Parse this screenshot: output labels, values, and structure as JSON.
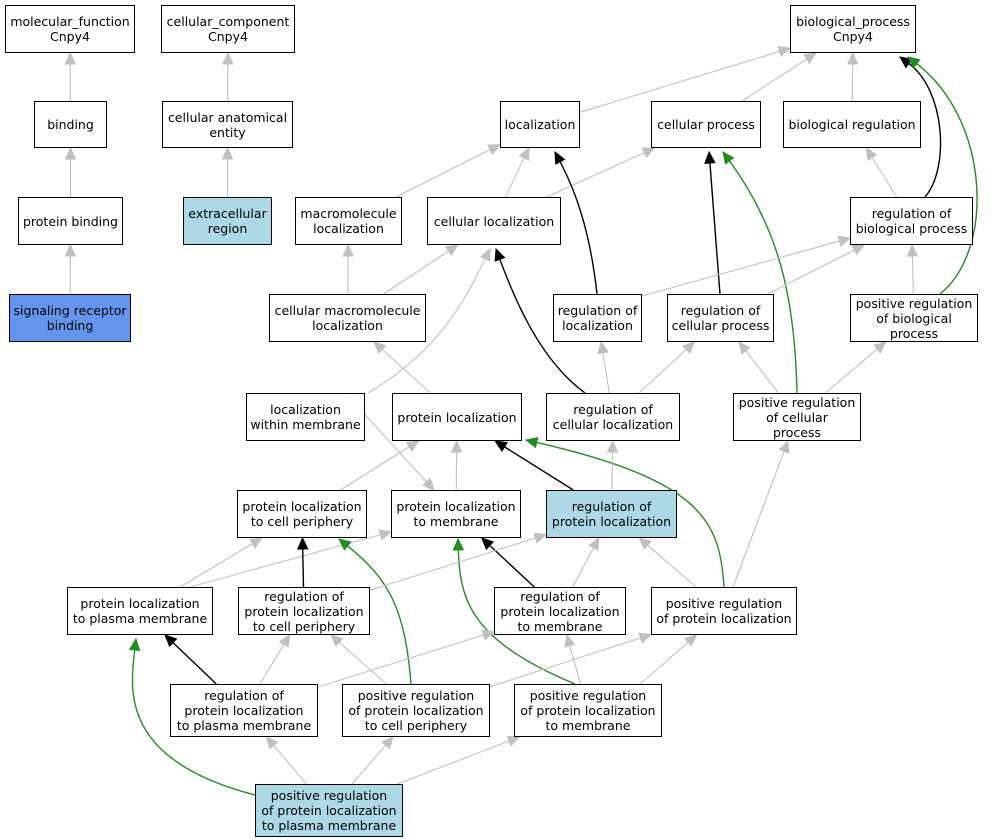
{
  "colors": {
    "default_fill": "#ffffff",
    "highlight_fill": "#add8e6",
    "query_fill": "#6495ed",
    "edge_is_a": "#c0c0c0",
    "edge_part_of": "#000000",
    "edge_positively_regulates": "#228b22"
  },
  "nodes": [
    {
      "id": "mf",
      "label": "molecular_function\nCnpy4",
      "fill": "default"
    },
    {
      "id": "cc",
      "label": "cellular_component\nCnpy4",
      "fill": "default"
    },
    {
      "id": "bp",
      "label": "biological_process\nCnpy4",
      "fill": "default"
    },
    {
      "id": "binding",
      "label": "binding",
      "fill": "default"
    },
    {
      "id": "cae",
      "label": "cellular anatomical\nentity",
      "fill": "default"
    },
    {
      "id": "loc",
      "label": "localization",
      "fill": "default"
    },
    {
      "id": "cp",
      "label": "cellular process",
      "fill": "default"
    },
    {
      "id": "breg",
      "label": "biological regulation",
      "fill": "default"
    },
    {
      "id": "pb",
      "label": "protein binding",
      "fill": "default"
    },
    {
      "id": "ecr",
      "label": "extracellular\nregion",
      "fill": "highlight"
    },
    {
      "id": "mml",
      "label": "macromolecule\nlocalization",
      "fill": "default"
    },
    {
      "id": "cl",
      "label": "cellular localization",
      "fill": "default"
    },
    {
      "id": "rbp",
      "label": "regulation of\nbiological process",
      "fill": "default"
    },
    {
      "id": "srb",
      "label": "signaling receptor\nbinding",
      "fill": "query"
    },
    {
      "id": "cmml",
      "label": "cellular macromolecule\nlocalization",
      "fill": "default"
    },
    {
      "id": "rloc",
      "label": "regulation of\nlocalization",
      "fill": "default"
    },
    {
      "id": "rcp",
      "label": "regulation of\ncellular process",
      "fill": "default"
    },
    {
      "id": "prbp",
      "label": "positive regulation\nof biological\nprocess",
      "fill": "default"
    },
    {
      "id": "lwm",
      "label": "localization\nwithin membrane",
      "fill": "default"
    },
    {
      "id": "pl",
      "label": "protein localization",
      "fill": "default"
    },
    {
      "id": "rcl",
      "label": "regulation of\ncellular localization",
      "fill": "default"
    },
    {
      "id": "prcp",
      "label": "positive regulation\nof cellular\nprocess",
      "fill": "default"
    },
    {
      "id": "plcp",
      "label": "protein localization\nto cell periphery",
      "fill": "default"
    },
    {
      "id": "plm",
      "label": "protein localization\nto membrane",
      "fill": "default"
    },
    {
      "id": "rpl",
      "label": "regulation of\nprotein localization",
      "fill": "highlight"
    },
    {
      "id": "plpm",
      "label": "protein localization\nto plasma membrane",
      "fill": "default"
    },
    {
      "id": "rplcp",
      "label": "regulation of\nprotein localization\nto cell periphery",
      "fill": "default"
    },
    {
      "id": "rplm",
      "label": "regulation of\nprotein localization\nto membrane",
      "fill": "default"
    },
    {
      "id": "prpl",
      "label": "positive regulation\nof protein localization",
      "fill": "default"
    },
    {
      "id": "rplpm",
      "label": "regulation of\nprotein localization\nto plasma membrane",
      "fill": "default"
    },
    {
      "id": "prplcp",
      "label": "positive regulation\nof protein localization\nto cell periphery",
      "fill": "default"
    },
    {
      "id": "prplm",
      "label": "positive regulation\nof protein localization\nto membrane",
      "fill": "default"
    },
    {
      "id": "prplpm",
      "label": "positive regulation\nof protein localization\nto plasma membrane",
      "fill": "highlight"
    }
  ],
  "edges": [
    {
      "from": "binding",
      "to": "mf",
      "type": "is_a"
    },
    {
      "from": "pb",
      "to": "binding",
      "type": "is_a"
    },
    {
      "from": "srb",
      "to": "pb",
      "type": "is_a"
    },
    {
      "from": "cae",
      "to": "cc",
      "type": "is_a"
    },
    {
      "from": "ecr",
      "to": "cae",
      "type": "is_a"
    },
    {
      "from": "loc",
      "to": "bp",
      "type": "is_a"
    },
    {
      "from": "cp",
      "to": "bp",
      "type": "is_a"
    },
    {
      "from": "breg",
      "to": "bp",
      "type": "is_a"
    },
    {
      "from": "rbp",
      "to": "bp",
      "type": "part_of"
    },
    {
      "from": "prbp",
      "to": "bp",
      "type": "positively_regulates"
    },
    {
      "from": "rbp",
      "to": "breg",
      "type": "is_a"
    },
    {
      "from": "mml",
      "to": "loc",
      "type": "is_a"
    },
    {
      "from": "cl",
      "to": "loc",
      "type": "is_a"
    },
    {
      "from": "cl",
      "to": "cp",
      "type": "is_a"
    },
    {
      "from": "rloc",
      "to": "loc",
      "type": "part_of"
    },
    {
      "from": "rcp",
      "to": "cp",
      "type": "part_of"
    },
    {
      "from": "prcp",
      "to": "cp",
      "type": "positively_regulates"
    },
    {
      "from": "cmml",
      "to": "mml",
      "type": "is_a"
    },
    {
      "from": "cmml",
      "to": "cl",
      "type": "is_a"
    },
    {
      "from": "lwm",
      "to": "cl",
      "type": "is_a"
    },
    {
      "from": "rcl",
      "to": "cl",
      "type": "part_of"
    },
    {
      "from": "rloc",
      "to": "rbp",
      "type": "is_a"
    },
    {
      "from": "rcp",
      "to": "rbp",
      "type": "is_a"
    },
    {
      "from": "prbp",
      "to": "rbp",
      "type": "is_a"
    },
    {
      "from": "pl",
      "to": "cmml",
      "type": "is_a"
    },
    {
      "from": "rcl",
      "to": "rloc",
      "type": "is_a"
    },
    {
      "from": "rcl",
      "to": "rcp",
      "type": "is_a"
    },
    {
      "from": "prcp",
      "to": "rcp",
      "type": "is_a"
    },
    {
      "from": "prcp",
      "to": "prbp",
      "type": "is_a"
    },
    {
      "from": "plcp",
      "to": "pl",
      "type": "is_a"
    },
    {
      "from": "plm",
      "to": "pl",
      "type": "is_a"
    },
    {
      "from": "lwm",
      "to": "plm",
      "type": "is_a"
    },
    {
      "from": "rpl",
      "to": "pl",
      "type": "part_of"
    },
    {
      "from": "prpl",
      "to": "pl",
      "type": "positively_regulates"
    },
    {
      "from": "rpl",
      "to": "rcl",
      "type": "is_a"
    },
    {
      "from": "prpl",
      "to": "prcp",
      "type": "is_a"
    },
    {
      "from": "plpm",
      "to": "plcp",
      "type": "is_a"
    },
    {
      "from": "plpm",
      "to": "plm",
      "type": "is_a"
    },
    {
      "from": "rplcp",
      "to": "plcp",
      "type": "part_of"
    },
    {
      "from": "prplcp",
      "to": "plcp",
      "type": "positively_regulates"
    },
    {
      "from": "rplm",
      "to": "plm",
      "type": "part_of"
    },
    {
      "from": "prplm",
      "to": "plm",
      "type": "positively_regulates"
    },
    {
      "from": "rplcp",
      "to": "rpl",
      "type": "is_a"
    },
    {
      "from": "rplm",
      "to": "rpl",
      "type": "is_a"
    },
    {
      "from": "prpl",
      "to": "rpl",
      "type": "is_a"
    },
    {
      "from": "rplpm",
      "to": "plpm",
      "type": "part_of"
    },
    {
      "from": "prplpm",
      "to": "plpm",
      "type": "positively_regulates"
    },
    {
      "from": "rplpm",
      "to": "rplcp",
      "type": "is_a"
    },
    {
      "from": "rplpm",
      "to": "rplm",
      "type": "is_a"
    },
    {
      "from": "prplcp",
      "to": "rplcp",
      "type": "is_a"
    },
    {
      "from": "prplm",
      "to": "rplm",
      "type": "is_a"
    },
    {
      "from": "prplcp",
      "to": "prpl",
      "type": "is_a"
    },
    {
      "from": "prplm",
      "to": "prpl",
      "type": "is_a"
    },
    {
      "from": "prplpm",
      "to": "rplpm",
      "type": "is_a"
    },
    {
      "from": "prplpm",
      "to": "prplcp",
      "type": "is_a"
    },
    {
      "from": "prplpm",
      "to": "prplm",
      "type": "is_a"
    }
  ]
}
